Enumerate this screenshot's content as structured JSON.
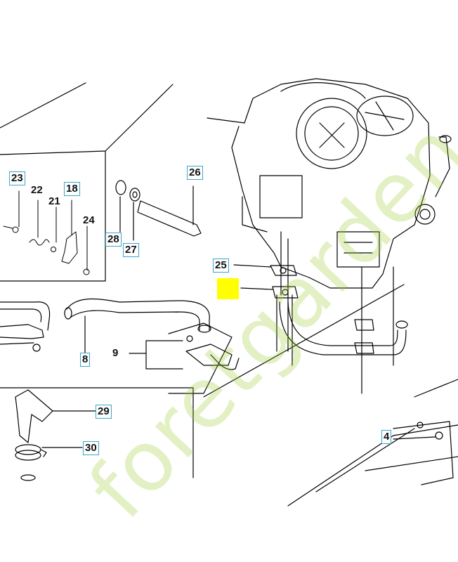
{
  "diagram": {
    "callouts": [
      {
        "id": "c23",
        "label": "23",
        "boxed": true
      },
      {
        "id": "c22",
        "label": "22",
        "boxed": false
      },
      {
        "id": "c21",
        "label": "21",
        "boxed": false
      },
      {
        "id": "c18",
        "label": "18",
        "boxed": true
      },
      {
        "id": "c24",
        "label": "24",
        "boxed": false
      },
      {
        "id": "c26",
        "label": "26",
        "boxed": true
      },
      {
        "id": "c28",
        "label": "28",
        "boxed": true
      },
      {
        "id": "c27",
        "label": "27",
        "boxed": true
      },
      {
        "id": "c25",
        "label": "25",
        "boxed": true
      },
      {
        "id": "c8",
        "label": "8",
        "boxed": true
      },
      {
        "id": "c9",
        "label": "9",
        "boxed": false
      },
      {
        "id": "c29",
        "label": "29",
        "boxed": true
      },
      {
        "id": "c30",
        "label": "30",
        "boxed": true
      },
      {
        "id": "c4",
        "label": "4",
        "boxed": true
      }
    ],
    "highlight_color": "#ffff00",
    "callout_box_color": "#3aa7c9"
  },
  "watermark": {
    "text": "foretgarden",
    "color": "#96c828"
  }
}
